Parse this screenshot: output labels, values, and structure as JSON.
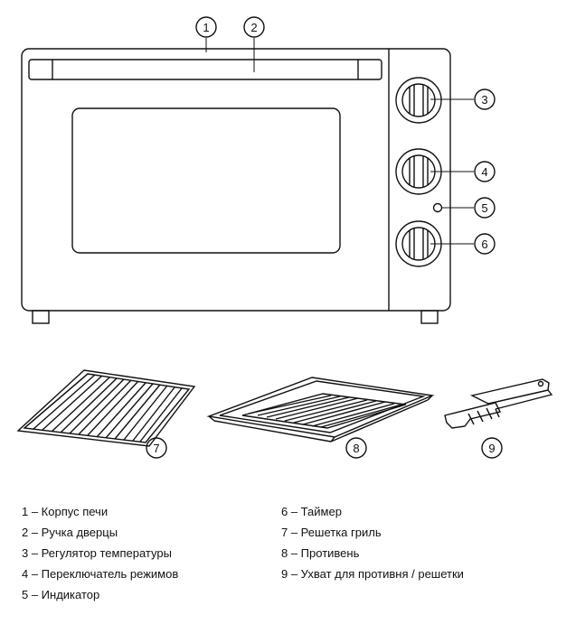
{
  "callouts": [
    "1",
    "2",
    "3",
    "4",
    "5",
    "6",
    "7",
    "8",
    "9"
  ],
  "legend": {
    "left": [
      "1 – Корпус печи",
      "2 – Ручка дверцы",
      "3 – Регулятор температуры",
      "4 – Переключатель режимов",
      "5 – Индикатор"
    ],
    "right": [
      "6 – Таймер",
      "7 – Решетка гриль",
      "8 – Противень",
      "9 – Ухват для противня / решетки"
    ]
  }
}
